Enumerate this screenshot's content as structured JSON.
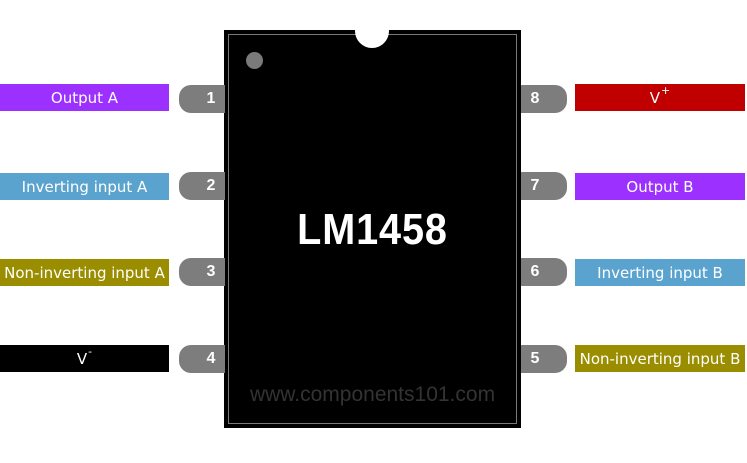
{
  "chip": {
    "name": "LM1458",
    "watermark": "www.components101.com"
  },
  "pins": {
    "p1": {
      "number": "1",
      "label": "Output A",
      "color": "#9b30ff"
    },
    "p2": {
      "number": "2",
      "label": "Inverting input A",
      "color": "#5ba3cf"
    },
    "p3": {
      "number": "3",
      "label": "Non-inverting input A",
      "color": "#9a8d00"
    },
    "p4": {
      "number": "4",
      "label": "V",
      "sup": "-",
      "color": "#000000"
    },
    "p5": {
      "number": "5",
      "label": "Non-inverting input B",
      "color": "#9a8d00"
    },
    "p6": {
      "number": "6",
      "label": "Inverting input B",
      "color": "#5ba3cf"
    },
    "p7": {
      "number": "7",
      "label": "Output B",
      "color": "#9b30ff"
    },
    "p8": {
      "number": "8",
      "label": "V",
      "sup": "+",
      "color": "#c00000"
    }
  }
}
